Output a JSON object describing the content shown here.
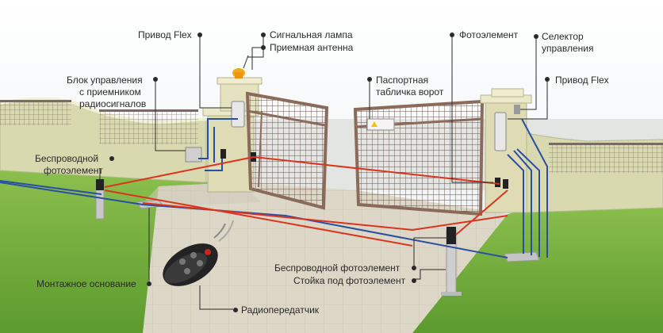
{
  "labels": {
    "drive_left": "Привод Flex",
    "signal_lamp": "Сигнальная лампа",
    "antenna": "Приемная антенна",
    "control_unit_1": "Блок управления",
    "control_unit_2": "с приемником",
    "control_unit_3": "радиосигналов",
    "wireless_photo_left_1": "Беспроводной",
    "wireless_photo_left_2": "фотоэлемент",
    "photocell": "Фотоэлемент",
    "selector_1": "Селектор",
    "selector_2": "управления",
    "drive_right": "Привод Flex",
    "gate_plate_1": "Паспортная",
    "gate_plate_2": "табличка ворот",
    "wireless_photo_right": "Беспроводной фотоэлемент",
    "photo_post": "Стойка под фотоэлемент",
    "mounting_base": "Монтажное основание",
    "transmitter": "Радиопередатчик"
  },
  "colors": {
    "wall": "#d9d9b0",
    "wall_top": "#e6e6c2",
    "grass": "#6fae3c",
    "paving": "#dcd6c6",
    "gate_frame": "#8a6a5a",
    "cable_blue": "#2a4ea0",
    "beam_red": "#d8351e",
    "leader": "#2a2a2a"
  }
}
